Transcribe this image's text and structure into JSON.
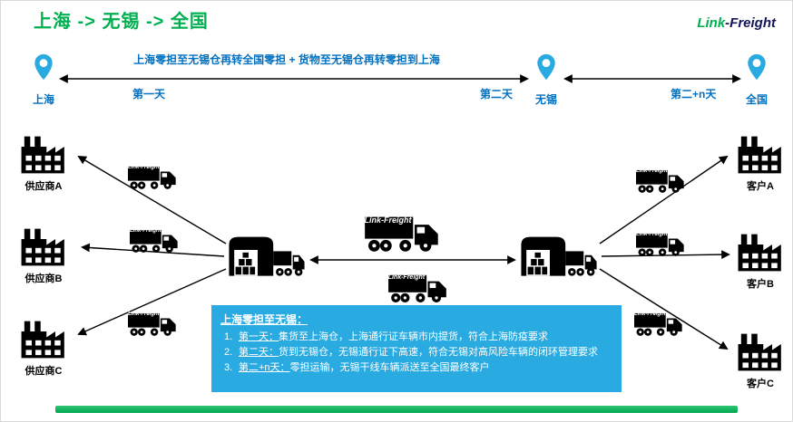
{
  "header": {
    "title": "上海 -> 无锡 -> 全国",
    "logo": {
      "green": "Link",
      "dark": "-Freight"
    }
  },
  "timeline": {
    "note": "上海零担至无锡仓再转全国零担 + 货物至无锡仓再转零担到上海",
    "pins": [
      {
        "label": "上海"
      },
      {
        "label": "无锡"
      },
      {
        "label": "全国"
      }
    ],
    "segments": [
      {
        "label": "第一天"
      },
      {
        "label": "第二天"
      },
      {
        "label": "第二+n天"
      }
    ]
  },
  "suppliers": [
    {
      "label": "供应商A"
    },
    {
      "label": "供应商B"
    },
    {
      "label": "供应商C"
    }
  ],
  "customers": [
    {
      "label": "客户A"
    },
    {
      "label": "客户B"
    },
    {
      "label": "客户C"
    }
  ],
  "brand": "Link-Freight",
  "info_box": {
    "title": "上海零担至无锡：",
    "items": [
      {
        "num": "1.",
        "day": "第一天：",
        "text": "集货至上海仓，上海通行证车辆市内提货，符合上海防疫要求"
      },
      {
        "num": "2.",
        "day": "第二天：",
        "text": "货到无锡仓，无锡通行证下高速，符合无锡对高风险车辆的闭环管理要求"
      },
      {
        "num": "3.",
        "day": "第二+n天：",
        "text": "零担运输，无锡干线车辆派送至全国最终客户"
      }
    ]
  },
  "colors": {
    "accent_green": "#00B050",
    "pin_blue": "#29ABE2",
    "text_blue": "#0070C0",
    "info_box_blue": "#29ABE2",
    "silhouette": "#000000"
  }
}
